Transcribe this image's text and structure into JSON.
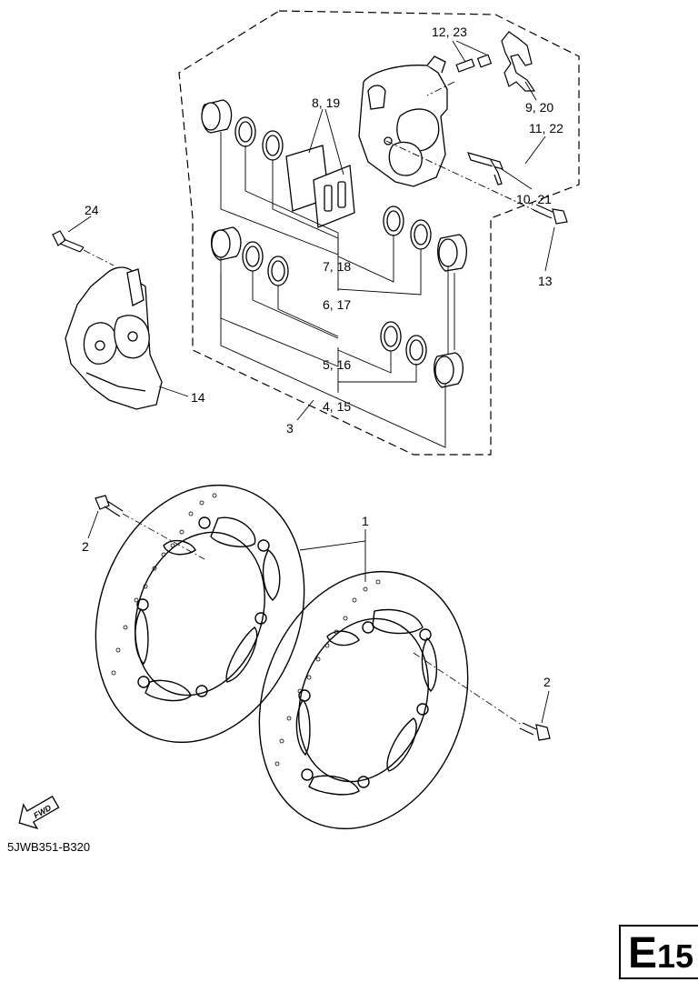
{
  "callouts": {
    "c1": "1",
    "c2a": "2",
    "c2b": "2",
    "c3": "3",
    "c4": "4, 15",
    "c5": "5, 16",
    "c6": "6, 17",
    "c7": "7, 18",
    "c8": "8, 19",
    "c9": "9, 20",
    "c10": "10, 21",
    "c11": "11, 22",
    "c12": "12, 23",
    "c13": "13",
    "c14": "14",
    "c24": "24"
  },
  "fwd_label": "FWD",
  "diagram_code": "5JWB351-B320",
  "page_badge": {
    "letter": "E",
    "number": "15"
  }
}
